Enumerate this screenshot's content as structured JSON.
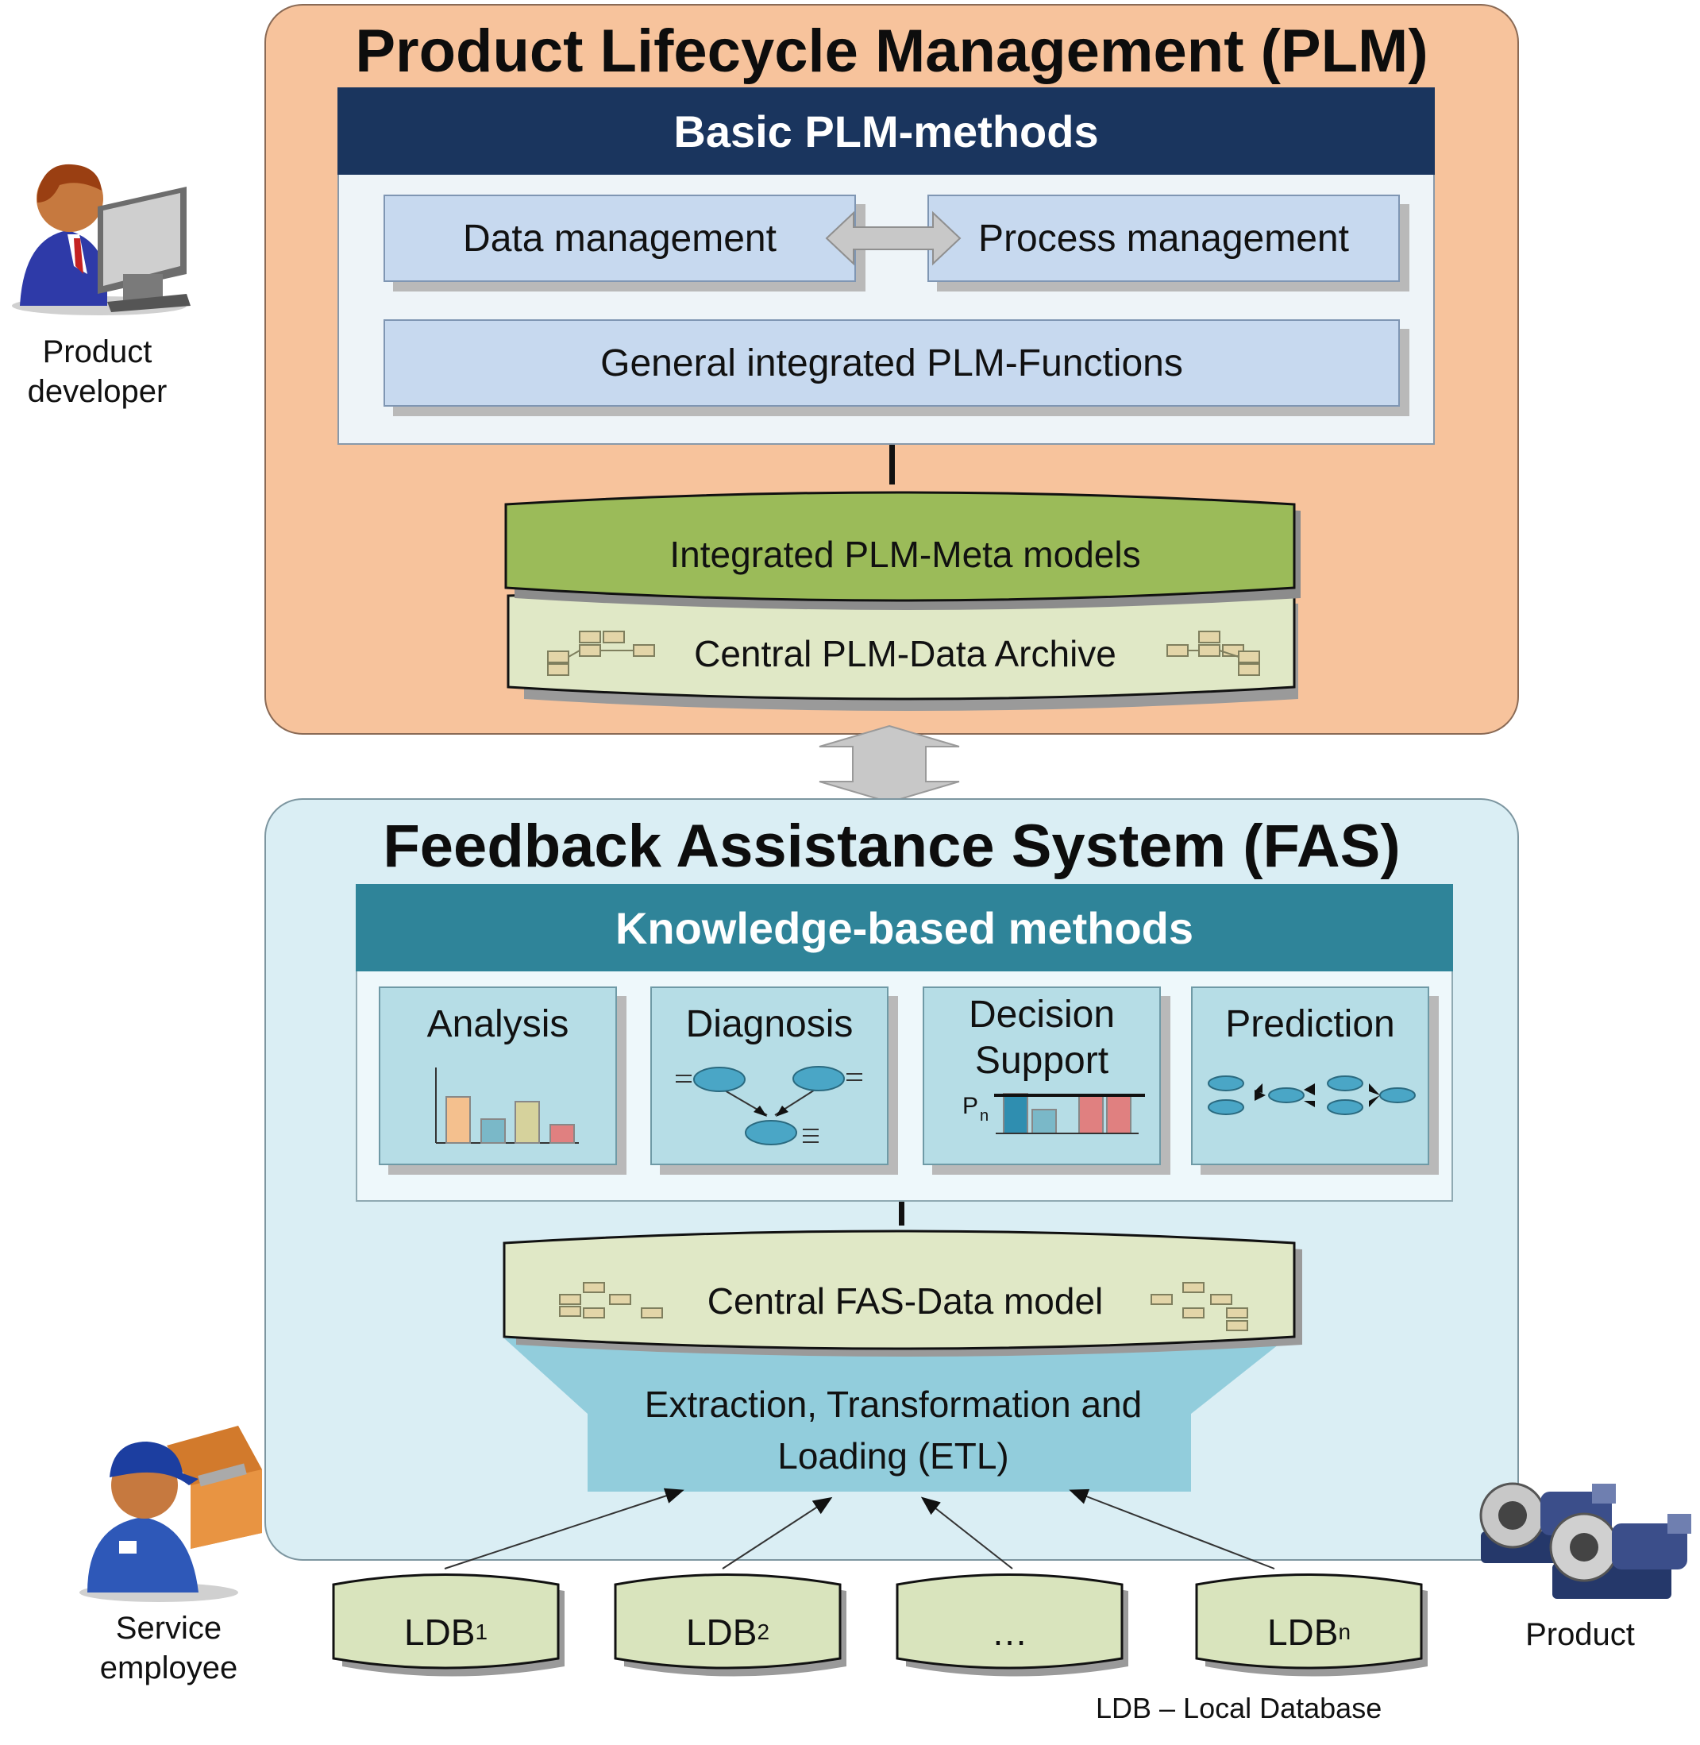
{
  "actors": {
    "product_developer": "Product\ndeveloper",
    "service_employee": "Service\nemployee",
    "product": "Product"
  },
  "plm": {
    "title": "Product Lifecycle Management (PLM)",
    "basic_header": "Basic PLM-methods",
    "data_management": "Data management",
    "process_management": "Process management",
    "general_functions": "General integrated PLM-Functions",
    "meta_models": "Integrated PLM-Meta models",
    "data_archive": "Central PLM-Data Archive"
  },
  "fas": {
    "title": "Feedback Assistance System (FAS)",
    "knowledge_header": "Knowledge-based methods",
    "methods": [
      "Analysis",
      "Diagnosis",
      "Decision\nSupport",
      "Prediction"
    ],
    "decision_symbol": {
      "base": "P",
      "subscript": "n"
    },
    "data_model": "Central FAS-Data model",
    "etl": "Extraction, Transformation and\nLoading (ETL)"
  },
  "ldb": {
    "items": [
      {
        "base": "LDB",
        "sub": "1"
      },
      {
        "base": "LDB",
        "sub": "2"
      },
      {
        "base": "…",
        "sub": ""
      },
      {
        "base": "LDB",
        "sub": "n"
      }
    ],
    "legend": "LDB – Local Database"
  },
  "colors": {
    "plm_panel": "#f7c39c",
    "fas_panel": "#daeef4",
    "plm_header": "#1a355e",
    "fas_header": "#2f8499",
    "meta_green": "#9bbb59",
    "archive_green": "#e0e8c6",
    "etl_blue": "#92cddc"
  }
}
